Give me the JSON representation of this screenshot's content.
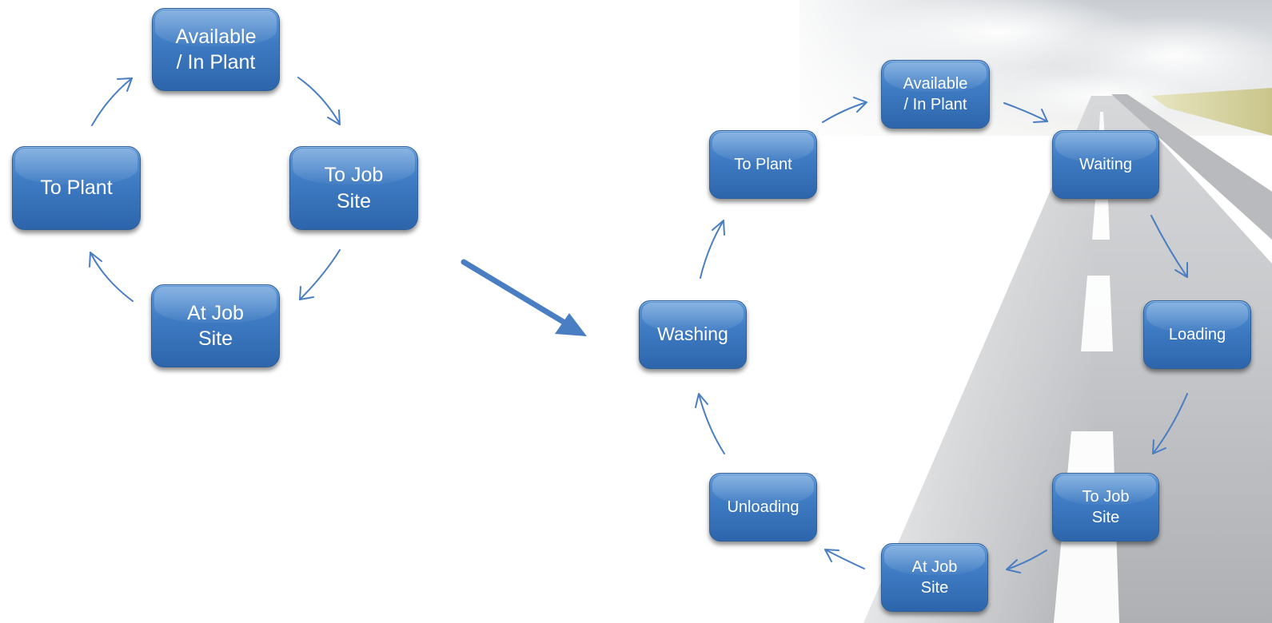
{
  "left_cycle": {
    "available": "Available\n/ In Plant",
    "to_job_site": "To Job\nSite",
    "at_job_site": "At Job\nSite",
    "to_plant": "To Plant"
  },
  "right_cycle": {
    "available": "Available\n/ In Plant",
    "waiting": "Waiting",
    "loading": "Loading",
    "to_job_site": "To Job\nSite",
    "at_job_site": "At Job\nSite",
    "unloading": "Unloading",
    "washing": "Washing",
    "to_plant": "To Plant"
  },
  "colors": {
    "box_fill": "#3f7cc4",
    "box_text": "#ffffff",
    "arrow": "#4a7ec2"
  }
}
